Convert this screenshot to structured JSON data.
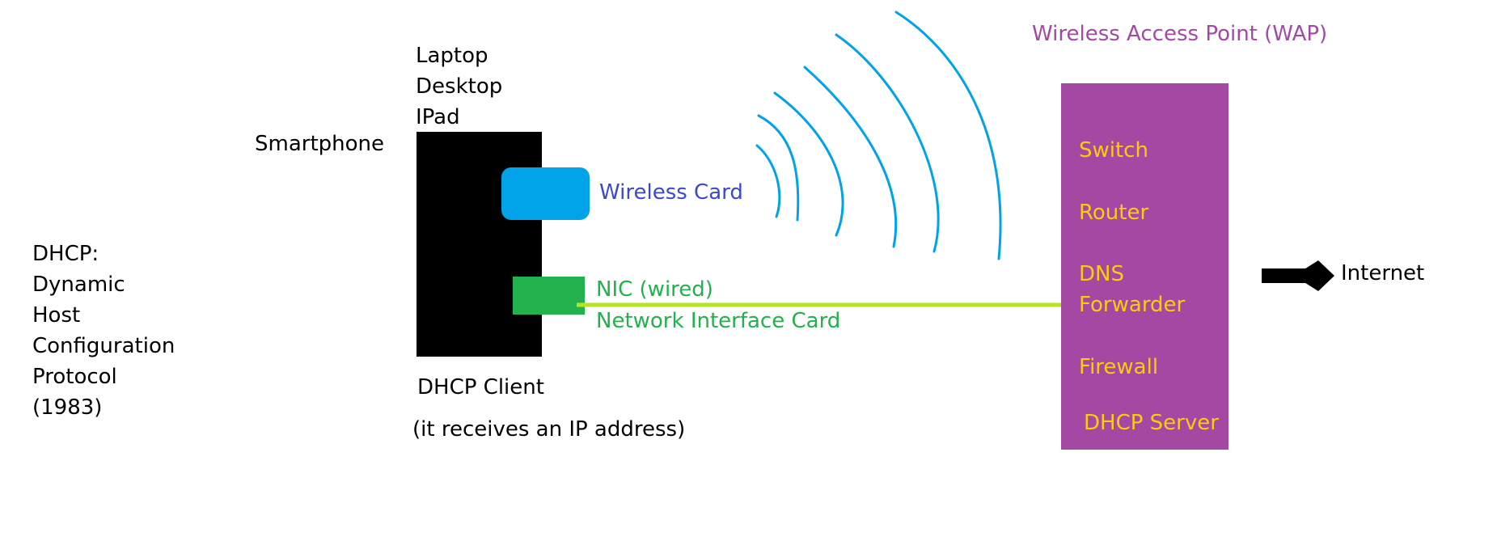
{
  "colors": {
    "device": "#000000",
    "wireless_card": "#00a2e8",
    "nic_card": "#22b14c",
    "wire": "#b5e61d",
    "wap_box": "#a349a4",
    "wap_text": "#ffc90e",
    "wap_title": "#a349a4",
    "wireless_label": "#3f48cc",
    "nic_label": "#22b14c",
    "waves": "#00a2e8"
  },
  "dhcp_definition": [
    "DHCP:",
    "Dynamic",
    "Host",
    "Configuration",
    "Protocol",
    "(1983)"
  ],
  "device_types": [
    "Laptop",
    "Desktop",
    "IPad"
  ],
  "smartphone_label": "Smartphone",
  "wireless_card_label": "Wireless Card",
  "nic_label_1": "NIC (wired)",
  "nic_label_2": "Network Interface Card",
  "client_label": "DHCP Client",
  "client_note": "(it receives an IP address)",
  "wap_title": "Wireless Access Point (WAP)",
  "wap_functions": {
    "switch": "Switch",
    "router": "Router",
    "dns_1": "DNS",
    "dns_2": "Forwarder",
    "firewall": "Firewall",
    "dhcp_server": "DHCP Server"
  },
  "internet_label": "Internet"
}
